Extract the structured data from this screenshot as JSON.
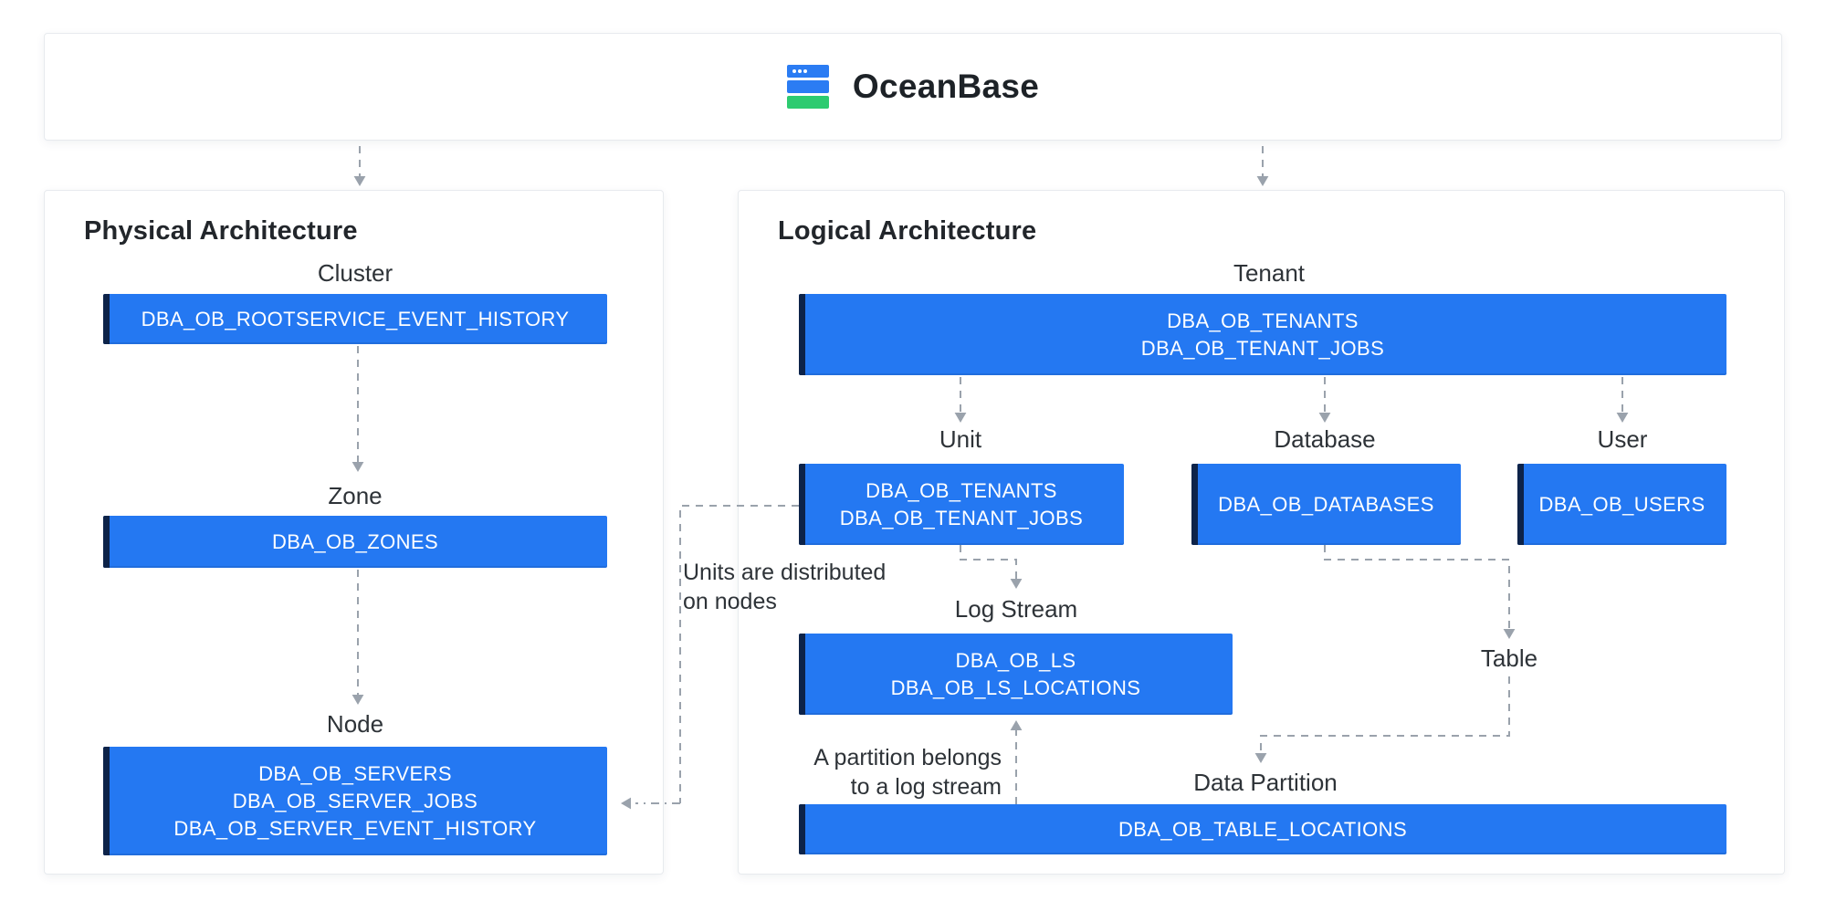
{
  "header": {
    "brand": "OceanBase"
  },
  "physical": {
    "title": "Physical Architecture",
    "levels": [
      {
        "label": "Cluster",
        "views": [
          "DBA_OB_ROOTSERVICE_EVENT_HISTORY"
        ]
      },
      {
        "label": "Zone",
        "views": [
          "DBA_OB_ZONES"
        ]
      },
      {
        "label": "Node",
        "views": [
          "DBA_OB_SERVERS",
          "DBA_OB_SERVER_JOBS",
          "DBA_OB_SERVER_EVENT_HISTORY"
        ]
      }
    ]
  },
  "logical": {
    "title": "Logical Architecture",
    "tenant": {
      "label": "Tenant",
      "views": [
        "DBA_OB_TENANTS",
        "DBA_OB_TENANT_JOBS"
      ]
    },
    "unit": {
      "label": "Unit",
      "views": [
        "DBA_OB_TENANTS",
        "DBA_OB_TENANT_JOBS"
      ]
    },
    "database": {
      "label": "Database",
      "views": [
        "DBA_OB_DATABASES"
      ]
    },
    "user": {
      "label": "User",
      "views": [
        "DBA_OB_USERS"
      ]
    },
    "log_stream": {
      "label": "Log Stream",
      "views": [
        "DBA_OB_LS",
        "DBA_OB_LS_LOCATIONS"
      ]
    },
    "table": {
      "label": "Table"
    },
    "data_partition": {
      "label": "Data Partition",
      "views": [
        "DBA_OB_TABLE_LOCATIONS"
      ]
    }
  },
  "notes": {
    "units": [
      "Units are distributed",
      "on nodes"
    ],
    "partition": [
      "A partition belongs",
      "to a log stream"
    ]
  },
  "colors": {
    "box_blue": "#2478F2",
    "box_edge_navy": "#0D2349",
    "logo_blue": "#2B7CF3",
    "logo_green": "#2DCB70",
    "wire_gray": "#9AA2AC",
    "card_border": "#E7EAEE",
    "title_ink": "#22262B",
    "label_ink": "#2E3338"
  }
}
